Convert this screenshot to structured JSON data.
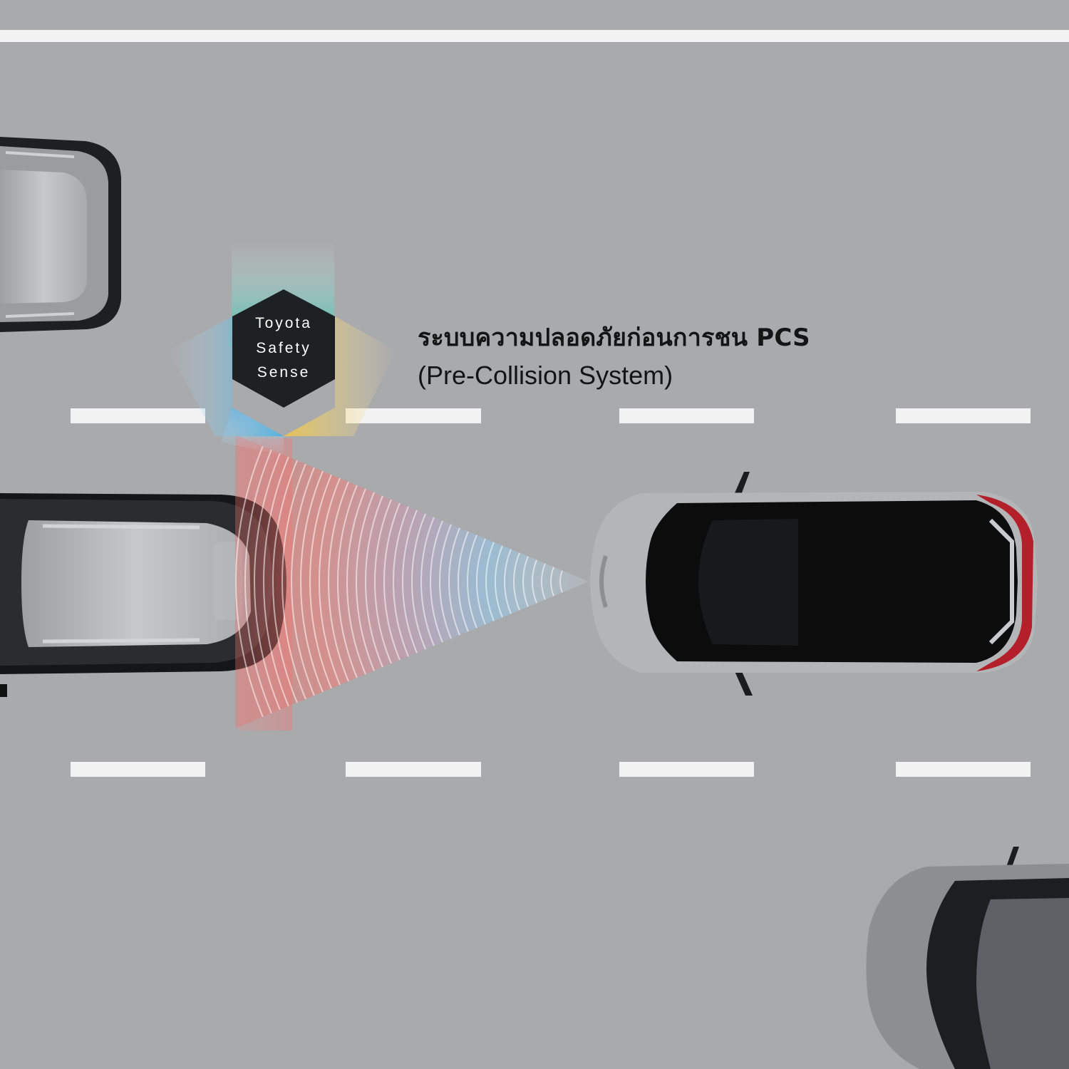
{
  "feature": {
    "title_th": "ระบบความปลอดภัยก่อนการชน PCS",
    "title_en": "(Pre-Collision System)"
  },
  "logo": {
    "lines": [
      "Toyota",
      "Safety",
      "Sense"
    ],
    "colors": {
      "badge": "#1e2124",
      "teal": "#2cbfa9",
      "blue": "#15a2df",
      "yellow": "#f5c93f"
    }
  },
  "colors": {
    "road": "#a9aaac",
    "lane_marking": "#f2f2f2",
    "radar_near": "#ef6f6a",
    "radar_far": "#69b9e8",
    "car_silver": "#b3b5b7",
    "car_black": "#0c0c0d",
    "tail_light": "#b4202a",
    "text": "#141414"
  },
  "icons": [
    "toyota-safety-sense-logo",
    "radar-wave-icon"
  ]
}
